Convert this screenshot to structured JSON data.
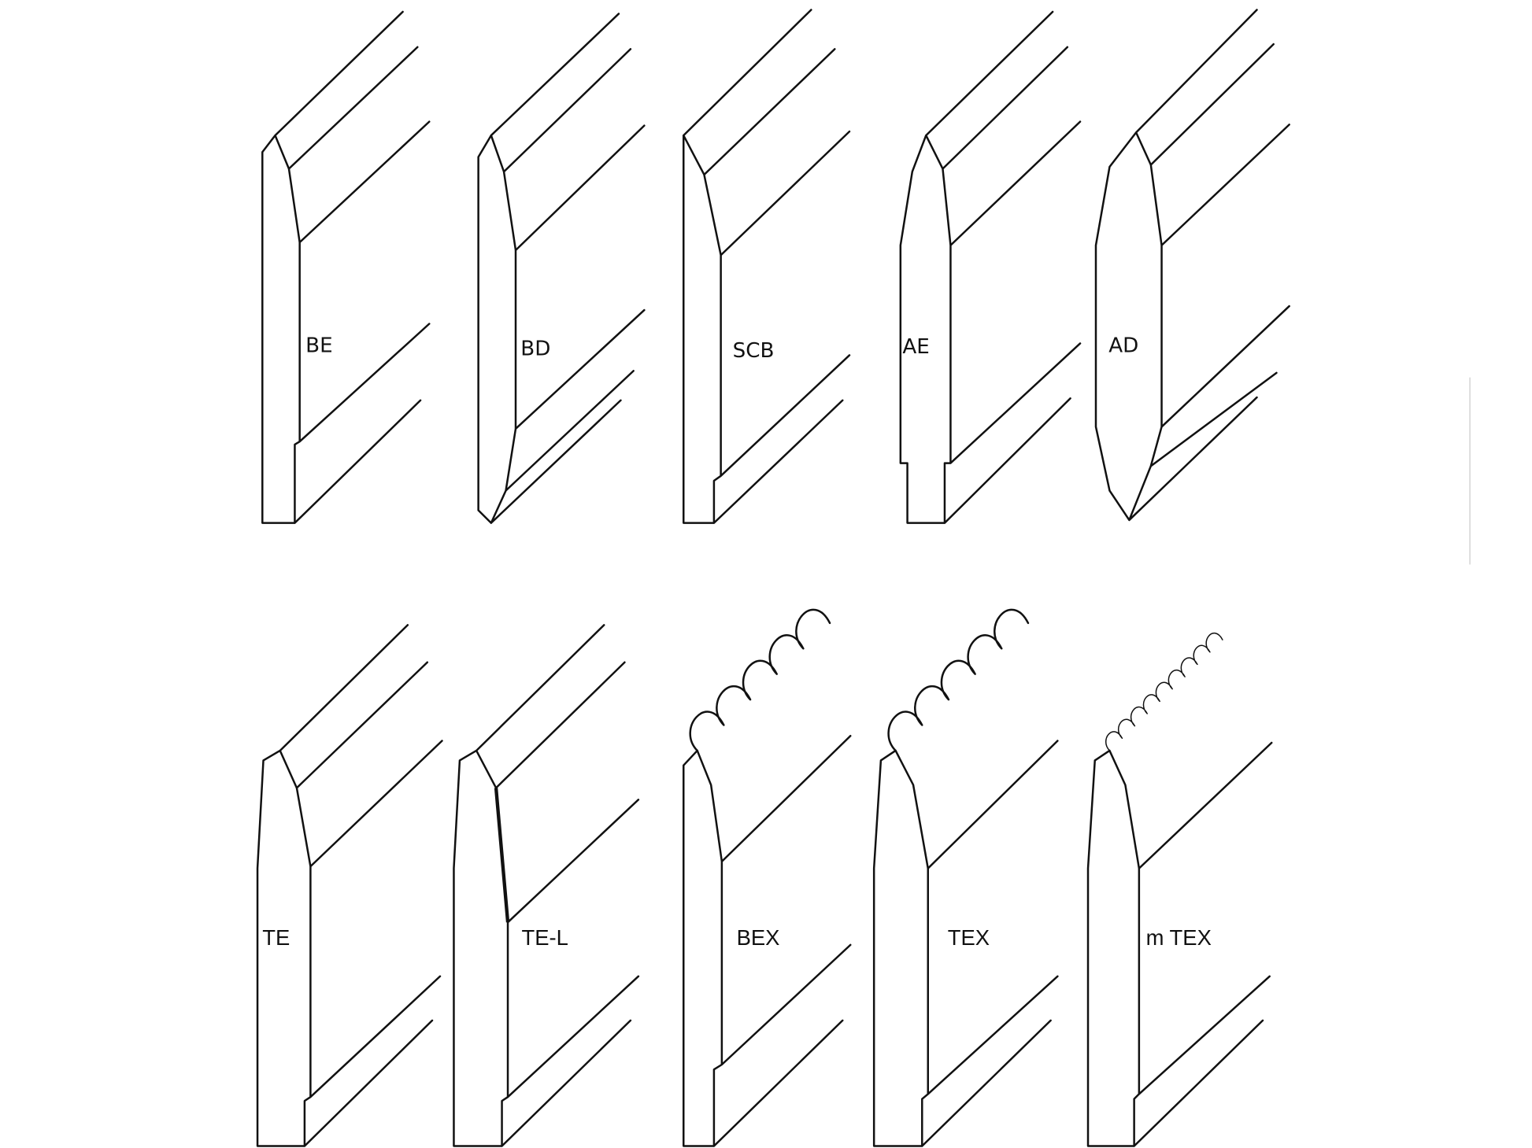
{
  "profiles_top": [
    {
      "code": "BE"
    },
    {
      "code": "BD"
    },
    {
      "code": "SCB"
    },
    {
      "code": "AE"
    },
    {
      "code": "AD"
    }
  ],
  "profiles_bottom": [
    {
      "code": "TE"
    },
    {
      "code": "TE-L"
    },
    {
      "code": "BEX"
    },
    {
      "code": "TEX"
    },
    {
      "code": "m TEX"
    }
  ]
}
